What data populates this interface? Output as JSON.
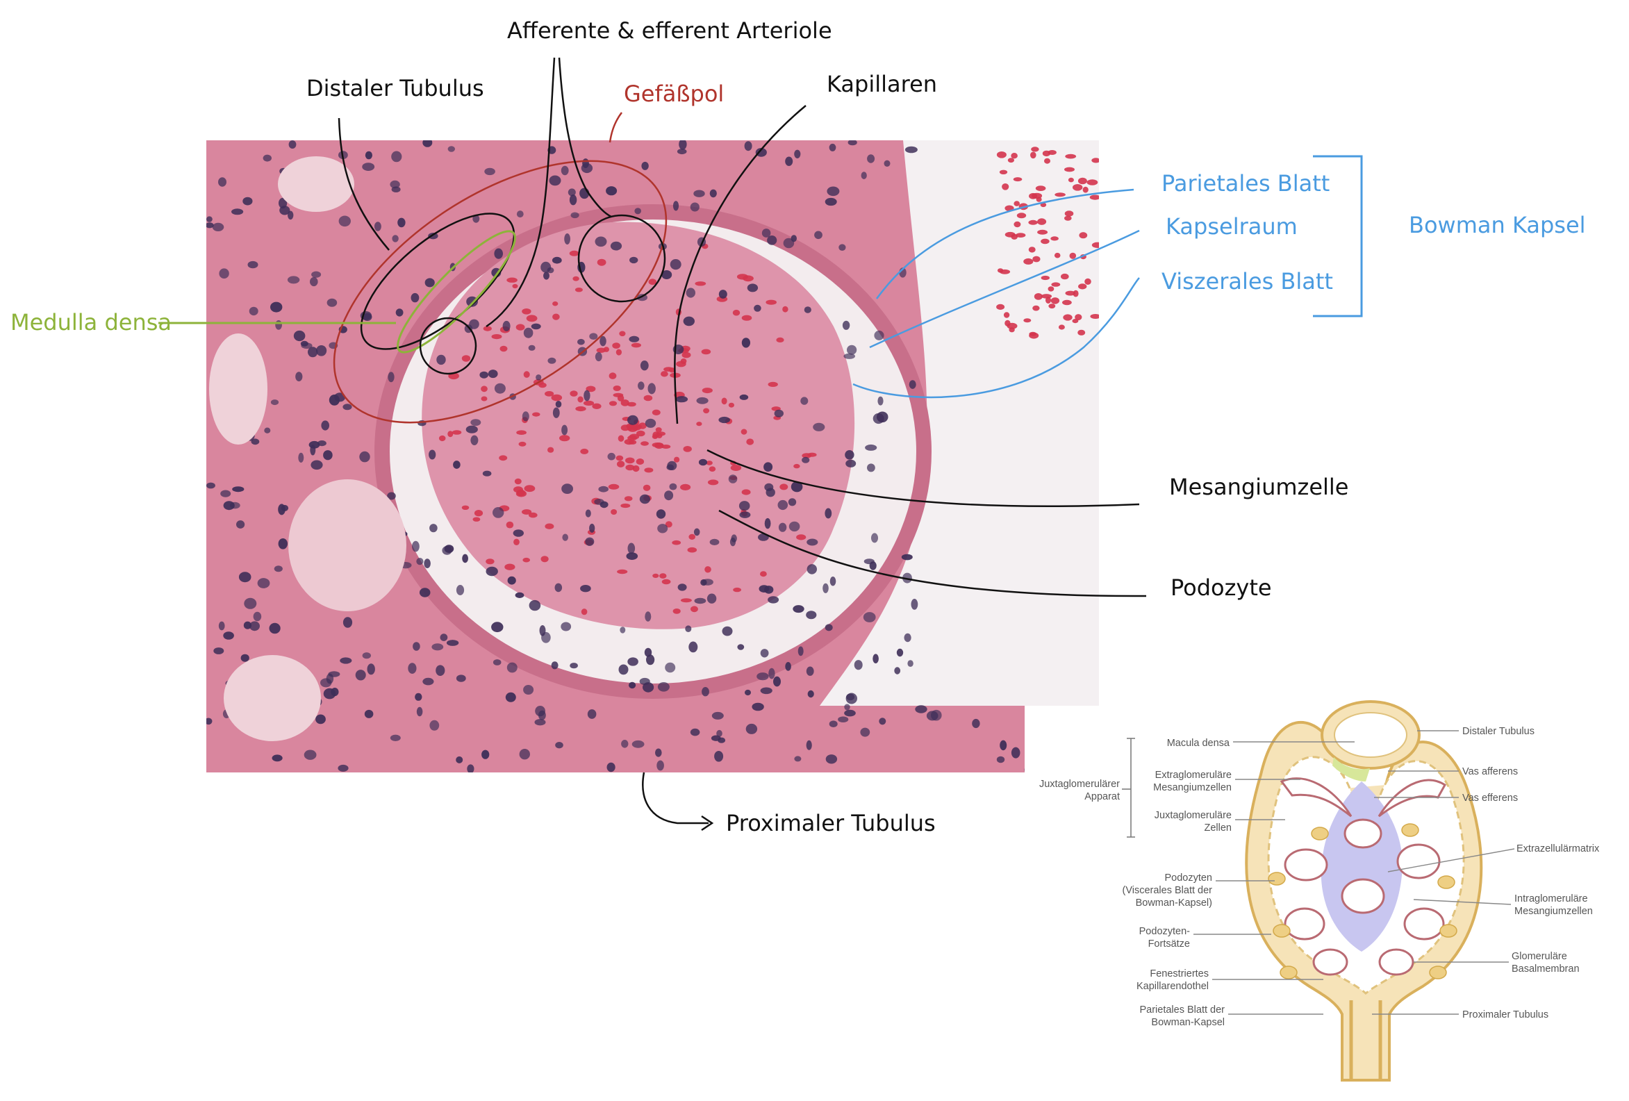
{
  "annotations": {
    "arterioles": "Afferente & efferent Arteriole",
    "distal_tubule": "Distaler Tubulus",
    "vascular_pole": "Gefäßpol",
    "capillaries": "Kapillaren",
    "macula_densa": "Medulla densa",
    "parietal_layer": "Parietales Blatt",
    "capsular_space": "Kapselraum",
    "visceral_layer": "Viszerales Blatt",
    "bowman_capsule": "Bowman Kapsel",
    "mesangial_cell": "Mesangiumzelle",
    "podocyte": "Podozyte",
    "proximal_tubule": "Proximaler Tubulus"
  },
  "schematic": {
    "left_labels": {
      "macula_densa": "Macula densa",
      "extraglomerular_1": "Extraglomeruläre",
      "extraglomerular_2": "Mesangiumzellen",
      "jga_1": "Juxtaglomerulärer",
      "jga_2": "Apparat",
      "juxtaglomerular_1": "Juxtaglomeruläre",
      "juxtaglomerular_2": "Zellen",
      "podocytes_1": "Podozyten",
      "podocytes_2": "(Viscerales Blatt der",
      "podocytes_3": "Bowman-Kapsel)",
      "foot_processes_1": "Podozyten-",
      "foot_processes_2": "Fortsätze",
      "fenestrated_1": "Fenestriertes",
      "fenestrated_2": "Kapillarendothel",
      "parietal_1": "Parietales Blatt der",
      "parietal_2": "Bowman-Kapsel"
    },
    "right_labels": {
      "distal_tubule": "Distaler Tubulus",
      "vas_afferens": "Vas afferens",
      "vas_efferens": "Vas efferens",
      "ecm": "Extrazellulärmatrix",
      "intraglomerular_1": "Intraglomeruläre",
      "intraglomerular_2": "Mesangiumzellen",
      "gbm_1": "Glomeruläre",
      "gbm_2": "Basalmembran",
      "proximal_tubule": "Proximaler Tubulus"
    }
  },
  "colors": {
    "black_label": "#111111",
    "red_label": "#b0342c",
    "green_label": "#8db33a",
    "blue_label": "#4a9be0",
    "tissue_pink": "#d9869e",
    "nucleus": "#3e2e58",
    "rbc": "#d4344e"
  }
}
